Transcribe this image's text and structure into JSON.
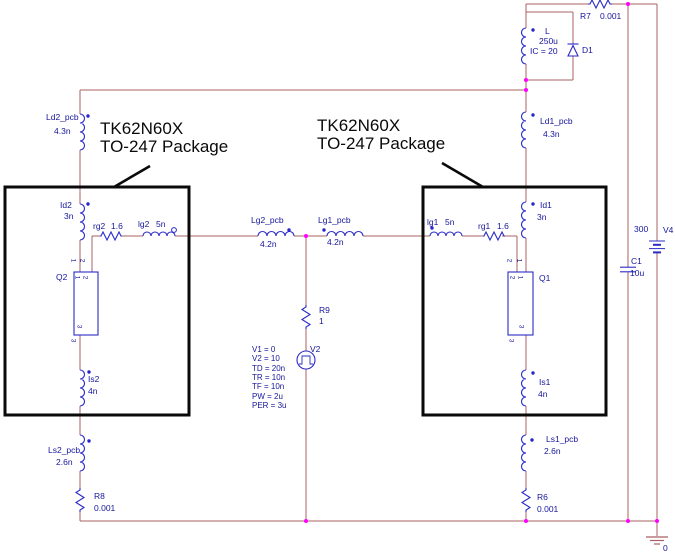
{
  "colors": {
    "wire": "#a86062",
    "component_blue": "#2a2ac8",
    "label_blue": "#16169b",
    "junction_magenta": "#ff00ff",
    "annotation_black": "#0a0a0a"
  },
  "annotations": {
    "left_line1": "TK62N60X",
    "left_line2": "TO-247 Package",
    "right_line1": "TK62N60X",
    "right_line2": "TO-247 Package"
  },
  "components": {
    "r7": {
      "ref": "R7",
      "value": "0.001"
    },
    "l": {
      "ref": "L",
      "value": "250u",
      "ic": "IC = 20"
    },
    "d1": {
      "ref": "D1"
    },
    "v4": {
      "ref": "V4",
      "value": "300"
    },
    "c1": {
      "ref": "C1",
      "value": "10u"
    },
    "ld2_pcb": {
      "ref": "Ld2_pcb",
      "value": "4.3n"
    },
    "id2": {
      "ref": "Id2",
      "value": "3n"
    },
    "rg2": {
      "ref": "rg2",
      "value": "1.6"
    },
    "lg2": {
      "ref": "lg2",
      "value": "5n"
    },
    "lg2_pcb": {
      "ref": "Lg2_pcb",
      "value": "4.2n"
    },
    "lg1_pcb": {
      "ref": "Lg1_pcb",
      "value": "4.2n"
    },
    "lg1": {
      "ref": "lg1",
      "value": "5n"
    },
    "rg1": {
      "ref": "rg1",
      "value": "1.6"
    },
    "r9": {
      "ref": "R9",
      "value": "1"
    },
    "v2": {
      "ref": "V2",
      "params": [
        "V1 = 0",
        "V2 = 10",
        "TD = 20n",
        "TR = 10n",
        "TF = 10n",
        "PW = 2u",
        "PER = 3u"
      ]
    },
    "q2": {
      "ref": "Q2"
    },
    "q1": {
      "ref": "Q1"
    },
    "is2": {
      "ref": "Is2",
      "value": "4n"
    },
    "is1": {
      "ref": "Is1",
      "value": "4n"
    },
    "ls2_pcb": {
      "ref": "Ls2_pcb",
      "value": "2.6n"
    },
    "ls1_pcb": {
      "ref": "Ls1_pcb",
      "value": "2.6n"
    },
    "r8": {
      "ref": "R8",
      "value": "0.001"
    },
    "r6": {
      "ref": "R6",
      "value": "0.001"
    },
    "id1": {
      "ref": "Id1",
      "value": "3n"
    },
    "ld1_pcb": {
      "ref": "Ld1_pcb",
      "value": "4.3n"
    },
    "ground": {
      "label": "0"
    }
  },
  "pins": {
    "p1": "1",
    "p2": "2",
    "p3": "3"
  }
}
